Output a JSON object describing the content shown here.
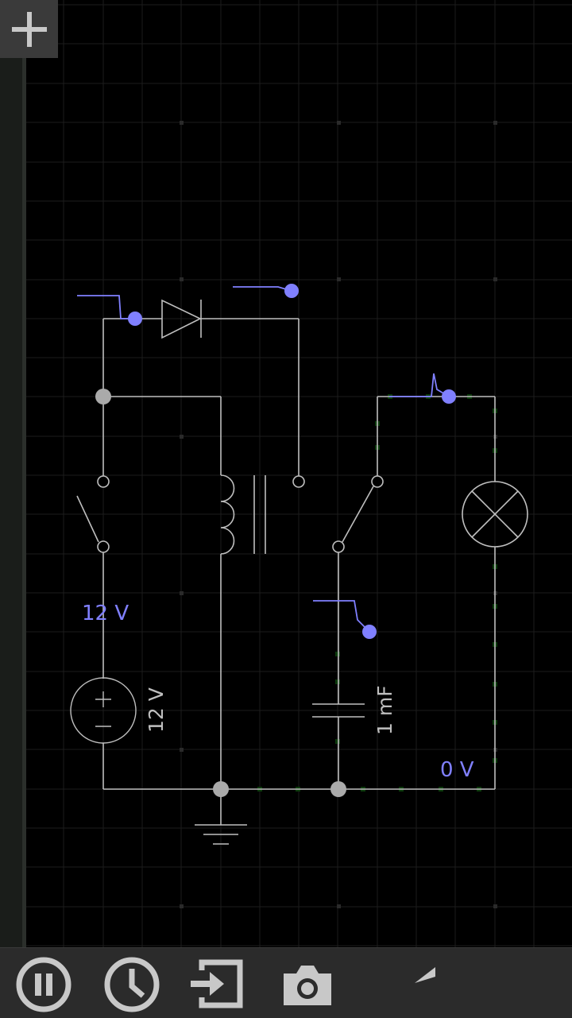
{
  "circuit": {
    "probe_top_left": "12 V",
    "probe_bottom_right": "0 V",
    "battery_value": "12 V",
    "capacitor_value": "1 mF"
  },
  "colors": {
    "background": "#000000",
    "grid": "#1c1c1c",
    "wire": "#bfbfbf",
    "probe": "#8080ff",
    "current_dots": "#0c3a0c",
    "toolbar": "#2b2b2b",
    "toolbar_icon": "#c8c8c8"
  },
  "toolbar": {
    "icons": [
      "add-icon",
      "pause-icon",
      "clock-icon",
      "export-icon",
      "camera-icon",
      "undo-icon"
    ]
  }
}
